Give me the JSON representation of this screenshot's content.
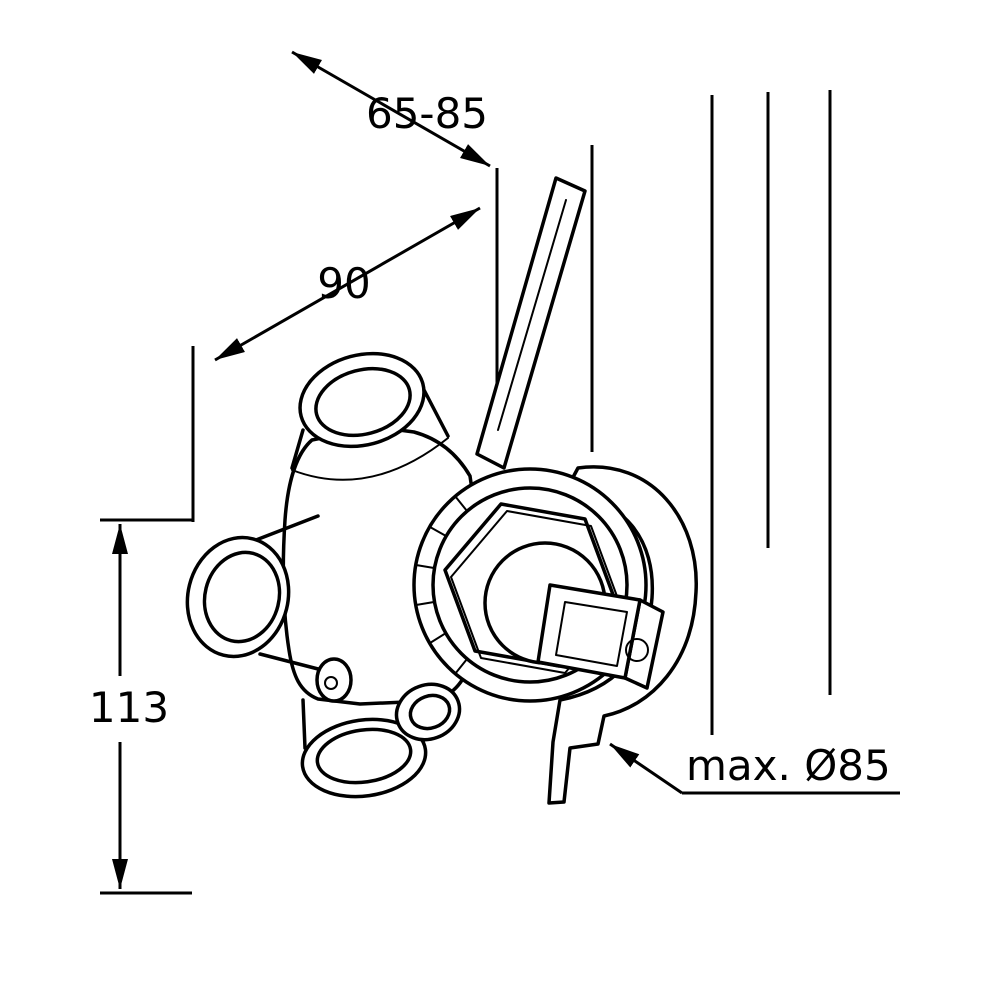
{
  "drawing": {
    "background_color": "#ffffff",
    "line_color": "#000000",
    "labels": {
      "depth_range": "65-85",
      "width": "90",
      "height": "113",
      "max_diameter": "max. Ø85"
    }
  }
}
